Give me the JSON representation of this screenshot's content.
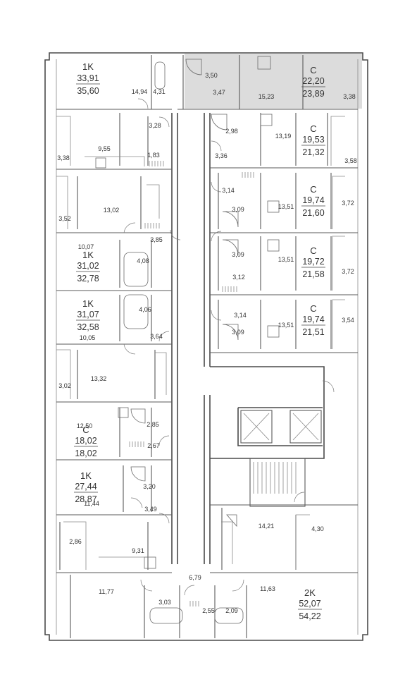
{
  "apartments": [
    {
      "id": "a1",
      "type": "1K",
      "living": "33,91",
      "total": "35,60"
    },
    {
      "id": "a2",
      "type": "C",
      "living": "22,20",
      "total": "23,89"
    },
    {
      "id": "a3",
      "type": "C",
      "living": "19,53",
      "total": "21,32"
    },
    {
      "id": "a4",
      "type": "C",
      "living": "19,74",
      "total": "21,60"
    },
    {
      "id": "a5",
      "type": "C",
      "living": "19,72",
      "total": "21,58"
    },
    {
      "id": "a6",
      "type": "1K",
      "living": "31,02",
      "total": "32,78"
    },
    {
      "id": "a7",
      "type": "1K",
      "living": "31,07",
      "total": "32,58"
    },
    {
      "id": "a8",
      "type": "C",
      "living": "19,74",
      "total": "21,51"
    },
    {
      "id": "a9",
      "type": "C",
      "living": "18,02",
      "total": "18,02"
    },
    {
      "id": "a10",
      "type": "1K",
      "living": "27,44",
      "total": "28,87"
    },
    {
      "id": "a11",
      "type": "2K",
      "living": "52,07",
      "total": "54,22"
    }
  ],
  "room_areas": {
    "r1": "14,94",
    "r2": "4,31",
    "r3": "3,50",
    "r4": "3,47",
    "r5": "15,23",
    "r6": "3,38",
    "r7": "3,28",
    "r8": "2,98",
    "r9": "13,19",
    "r10": "9,55",
    "r11": "1,83",
    "r12": "3,38",
    "r13": "3,36",
    "r14": "3,58",
    "r15": "3,14",
    "r16": "3,09",
    "r17": "13,51",
    "r18": "3,72",
    "r19": "3,52",
    "r20": "13,02",
    "r21": "10,07",
    "r22": "3,85",
    "r23": "4,08",
    "r24": "3,09",
    "r25": "13,51",
    "r26": "3,72",
    "r27": "3,12",
    "r28": "4,06",
    "r29": "3,14",
    "r30": "13,51",
    "r31": "3,54",
    "r32": "10,05",
    "r33": "3,64",
    "r34": "3,09",
    "r35": "3,02",
    "r36": "13,32",
    "r37": "12,50",
    "r38": "2,85",
    "r39": "2,67",
    "r40": "3,20",
    "r41": "11,44",
    "r42": "3,49",
    "r43": "14,21",
    "r44": "4,30",
    "r45": "2,86",
    "r46": "9,31",
    "r47": "6,79",
    "r48": "11,77",
    "r49": "3,03",
    "r50": "2,55",
    "r51": "2,09",
    "r52": "11,63"
  }
}
